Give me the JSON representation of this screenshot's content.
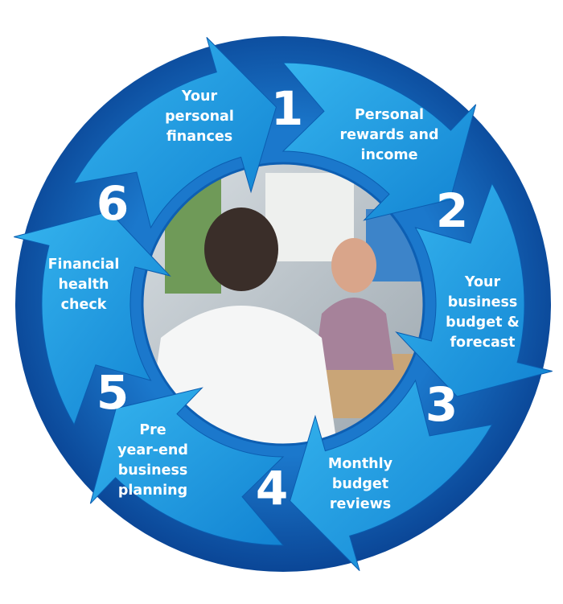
{
  "colors": {
    "ring_dark": "#0b4fa3",
    "ring_mid": "#1670c6",
    "arrow_light": "#27a6e6",
    "arrow_dark": "#0f78c8",
    "text": "#ffffff"
  },
  "photo_icon": "consultation-photo",
  "steps": [
    {
      "number": "1",
      "label": [
        "Your",
        "personal",
        "finances"
      ]
    },
    {
      "number": "2",
      "label": [
        "Personal",
        "rewards and",
        "income"
      ]
    },
    {
      "number": "3",
      "label": [
        "Your",
        "business",
        "budget &",
        "forecast"
      ]
    },
    {
      "number": "4",
      "label": [
        "Monthly",
        "budget",
        "reviews"
      ]
    },
    {
      "number": "5",
      "label": [
        "Pre",
        "year-end",
        "business",
        "planning"
      ]
    },
    {
      "number": "6",
      "label": [
        "Financial",
        "health",
        "check"
      ]
    }
  ]
}
